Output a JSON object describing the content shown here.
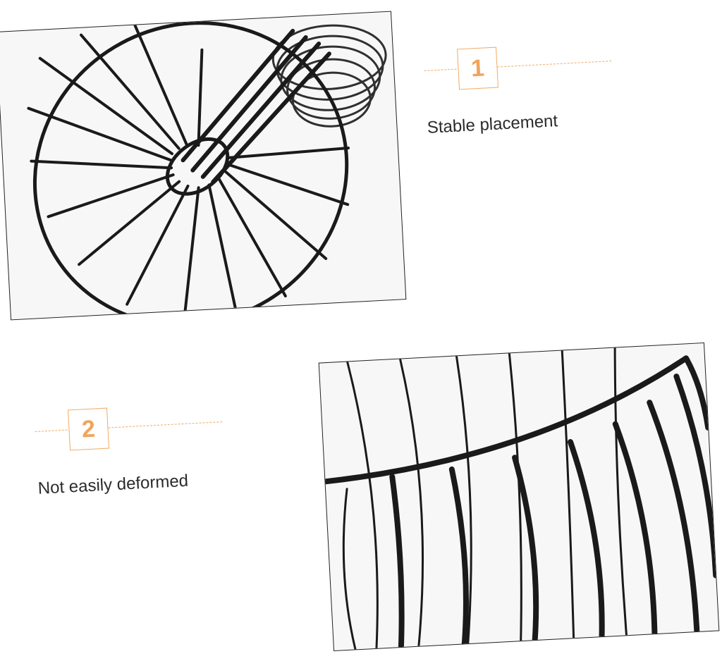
{
  "features": [
    {
      "number": "1",
      "caption": "Stable placement"
    },
    {
      "number": "2",
      "caption": "Not easily deformed"
    }
  ],
  "colors": {
    "accent": "#f0ab66",
    "wire": "#1a1a1a",
    "photo_bg": "#f7f7f7",
    "text": "#2b2b2b"
  },
  "images": [
    {
      "icon": "wire-basket-base-photo"
    },
    {
      "icon": "wire-basket-rim-photo"
    }
  ]
}
